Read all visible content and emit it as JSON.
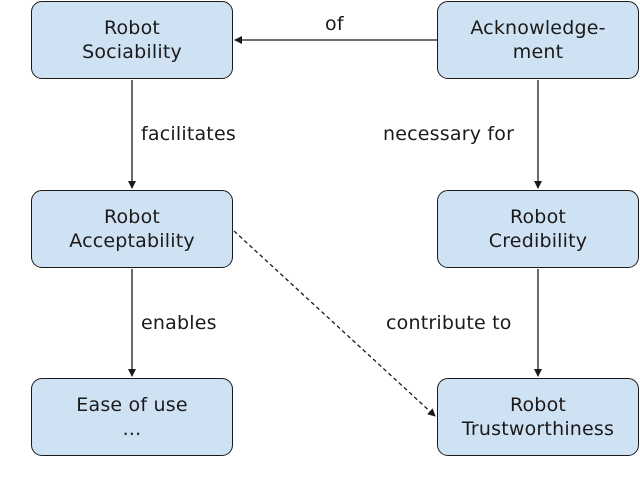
{
  "nodes": {
    "sociability": [
      "Robot",
      "Sociability"
    ],
    "acknowledgement": [
      "Acknowledge-",
      "ment"
    ],
    "acceptability": [
      "Robot",
      "Acceptability"
    ],
    "credibility": [
      "Robot",
      "Credibility"
    ],
    "ease_of_use": [
      "Ease of use",
      "..."
    ],
    "trustworthiness": [
      "Robot",
      "Trustworthiness"
    ]
  },
  "edges": {
    "of": "of",
    "facilitates": "facilitates",
    "necessary_for": "necessary for",
    "enables": "enables",
    "contribute_to": "contribute to"
  },
  "colors": {
    "node_fill": "#cfe2f3",
    "stroke": "#1a1a1a"
  }
}
